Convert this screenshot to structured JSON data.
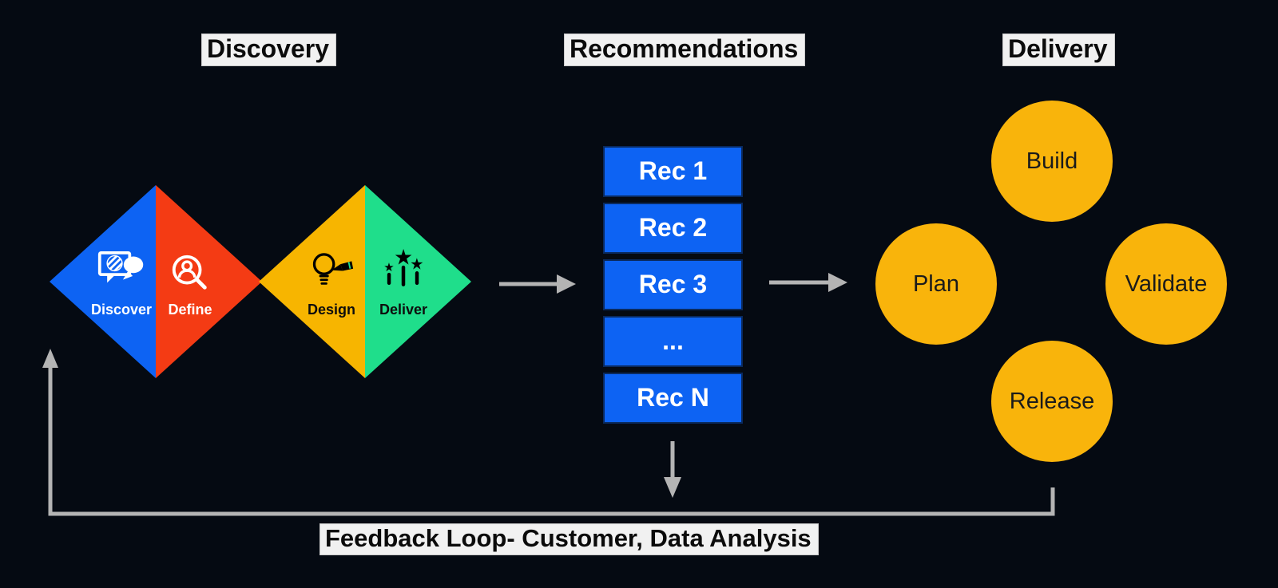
{
  "headers": {
    "discovery": "Discovery",
    "recommendations": "Recommendations",
    "delivery": "Delivery"
  },
  "diamonds": {
    "phases": [
      {
        "label": "Discover",
        "icon": "chat-bubbles-icon",
        "color": "#0D63F3",
        "text_color": "#FFFFFF"
      },
      {
        "label": "Define",
        "icon": "person-search-icon",
        "color": "#F43B14",
        "text_color": "#FFFFFF"
      },
      {
        "label": "Design",
        "icon": "bulb-pencil-icon",
        "color": "#F7B500",
        "text_color": "#0D0D0D"
      },
      {
        "label": "Deliver",
        "icon": "stars-icon",
        "color": "#1FDE8B",
        "text_color": "#0D0D0D"
      }
    ]
  },
  "recs": {
    "items": [
      "Rec 1",
      "Rec 2",
      "Rec 3",
      "...",
      "Rec N"
    ]
  },
  "cycle": {
    "steps": [
      "Build",
      "Plan",
      "Validate",
      "Release"
    ]
  },
  "feedback": {
    "label": "Feedback Loop- Customer, Data Analysis"
  },
  "colors": {
    "background": "#050A12",
    "label_bg": "#F1F1F1",
    "label_text": "#0B0B0B",
    "blue": "#0D63F3",
    "red": "#F43B14",
    "yellow": "#F7B500",
    "green": "#1FDE8B",
    "circle_yellow": "#F9B40B",
    "rec_blue": "#0D63F3",
    "rec_border": "#0A2A5E",
    "arrow_gray": "#B4B4B4"
  }
}
